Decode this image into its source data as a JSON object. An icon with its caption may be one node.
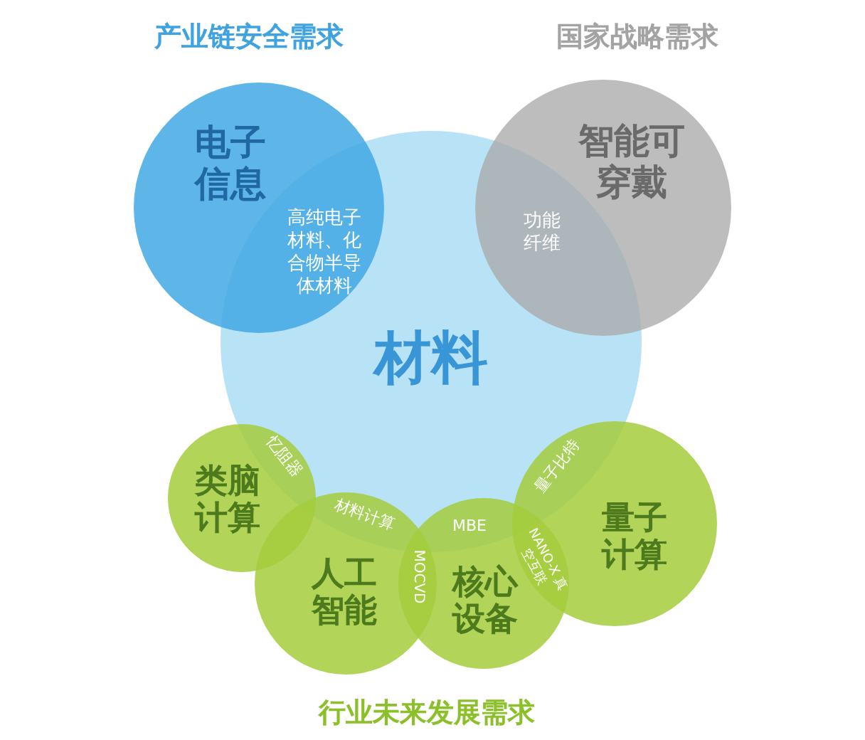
{
  "diagram": {
    "nodes": [
      {
        "text": [
          "材料"
        ]
      },
      {
        "text": [
          "电子信息"
        ]
      },
      {
        "text": [
          "智能可穿戴"
        ]
      },
      {
        "text": [
          "类脑计算"
        ]
      },
      {
        "text": [
          "人工智能"
        ]
      },
      {
        "text": [
          "核心设备"
        ]
      },
      {
        "text": [
          "量子计算"
        ]
      }
    ],
    "edges": [],
    "labels": [
      "产业链安全需求",
      "国家战略需求",
      "高纯电子材料、化合物半导体材料",
      "功能纤维",
      "忆阻器",
      "量子比特",
      "材料计算",
      "MBE",
      "MOCVD",
      "NANO-X 真空互联",
      "行业未来发展需求"
    ]
  }
}
